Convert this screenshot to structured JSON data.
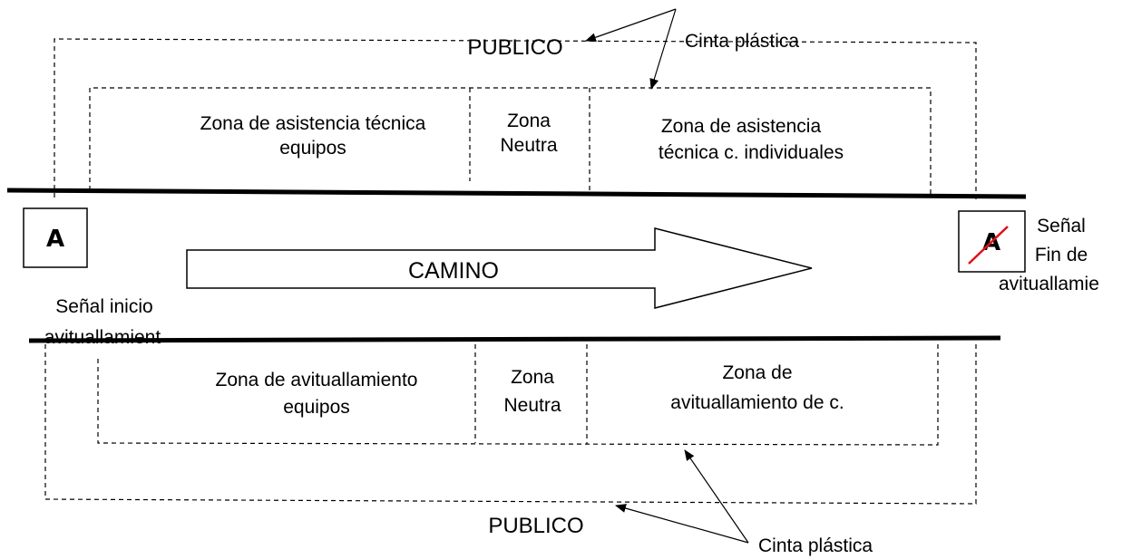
{
  "diagram": {
    "public_top": "PUBLICO",
    "public_bottom": "PUBLICO",
    "tape_top": "Cinta plástica",
    "tape_bottom": "Cinta plástica",
    "top_zones": {
      "left": [
        "Zona de asistencia técnica",
        "equipos"
      ],
      "middle": [
        "Zona",
        "Neutra"
      ],
      "right": [
        "Zona de asistencia",
        "técnica c. individuales"
      ]
    },
    "bottom_zones": {
      "left": [
        "Zona de avituallamiento",
        "equipos"
      ],
      "middle": [
        "Zona",
        "Neutra"
      ],
      "right": [
        "Zona de",
        "avituallamiento de c."
      ]
    },
    "road_label": "CAMINO",
    "start_sign": {
      "letter": "A",
      "caption": [
        "Señal inicio",
        "avituallamient"
      ]
    },
    "end_sign": {
      "letter": "A",
      "caption": [
        "Señal",
        "Fin de",
        "avituallamie"
      ]
    },
    "colors": {
      "strike": "#e0101a",
      "line": "#000000"
    }
  }
}
